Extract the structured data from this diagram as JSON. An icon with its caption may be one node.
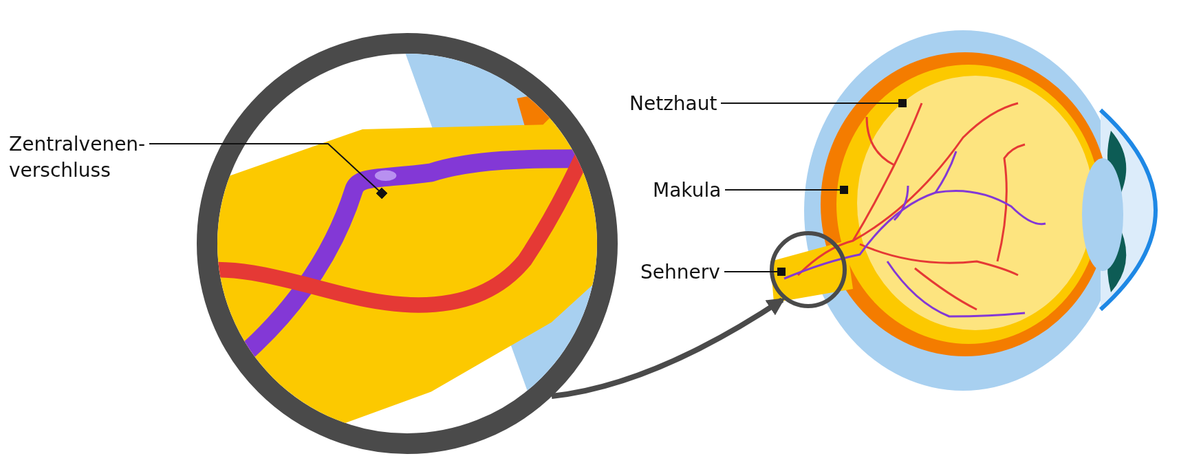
{
  "diagram": {
    "nodes": [
      {
        "text": [
          "Zentralvenen- verschluss"
        ]
      },
      {
        "text": [],
        "shape": "circle"
      },
      {
        "text": [
          "Netzhaut"
        ]
      },
      {
        "text": [
          "Makula"
        ]
      },
      {
        "text": [
          "Sehnerv"
        ]
      },
      {
        "text": [],
        "shape": "circle"
      }
    ],
    "edges": [
      {
        "from": 0,
        "to": 1,
        "arrow": "other"
      },
      {
        "from": 2,
        "to": null,
        "arrow": "other"
      },
      {
        "from": 3,
        "to": null,
        "arrow": "other"
      },
      {
        "from": 4,
        "to": 5,
        "arrow": "other"
      },
      {
        "from": 1,
        "to": 5,
        "arrow": "to",
        "style": "thick"
      }
    ]
  }
}
